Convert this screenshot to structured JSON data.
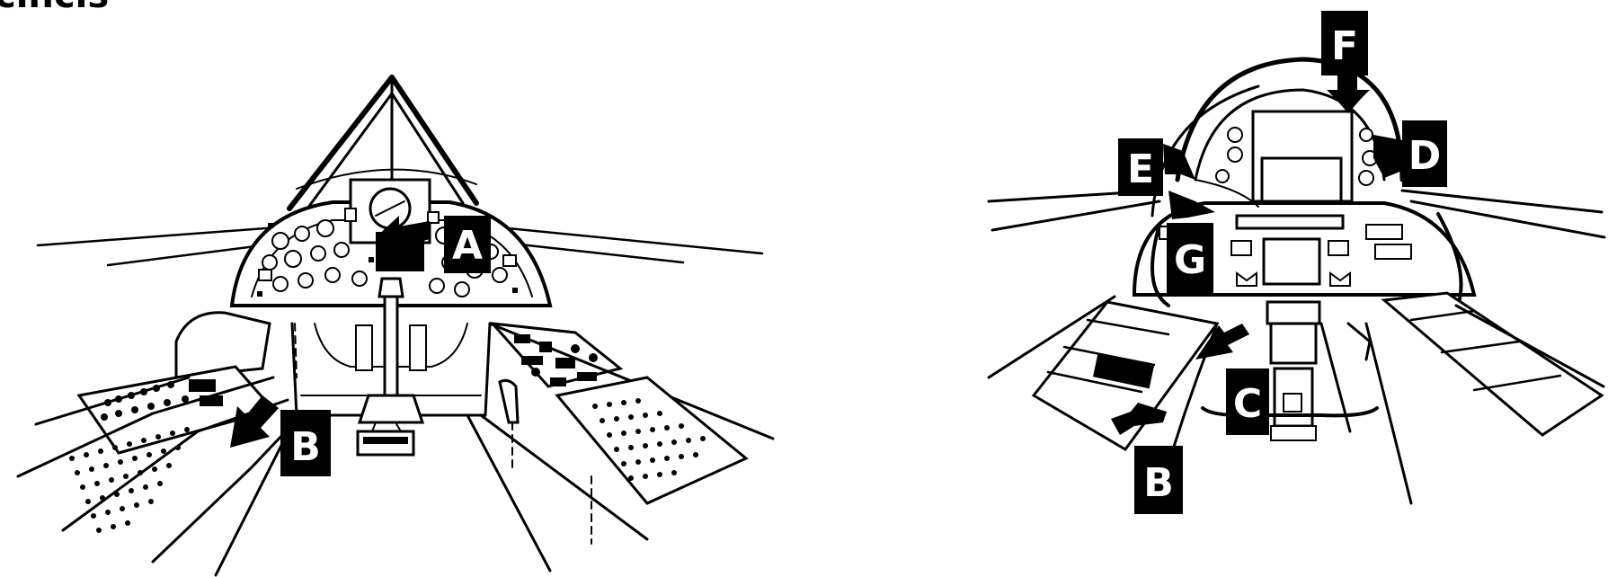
{
  "heading": "cihcls",
  "views": [
    {
      "id": "cockpit-front-view",
      "callouts": [
        {
          "label": "A"
        },
        {
          "label": "B"
        }
      ]
    },
    {
      "id": "cockpit-rear-view",
      "callouts": [
        {
          "label": "F"
        },
        {
          "label": "E"
        },
        {
          "label": "D"
        },
        {
          "label": "G"
        },
        {
          "label": "C"
        },
        {
          "label": "B"
        }
      ]
    }
  ]
}
